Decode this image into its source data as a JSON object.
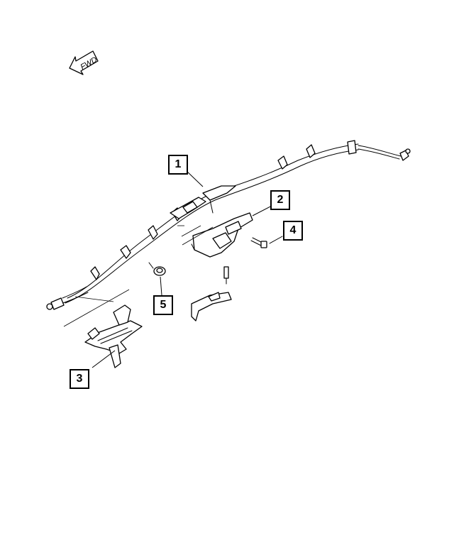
{
  "diagram": {
    "orientation_indicator": {
      "label": "FWD",
      "icon": "forward-arrow-icon"
    },
    "callouts": [
      {
        "id": "1",
        "label": "1"
      },
      {
        "id": "2",
        "label": "2"
      },
      {
        "id": "3",
        "label": "3"
      },
      {
        "id": "4",
        "label": "4"
      },
      {
        "id": "5",
        "label": "5"
      }
    ]
  }
}
